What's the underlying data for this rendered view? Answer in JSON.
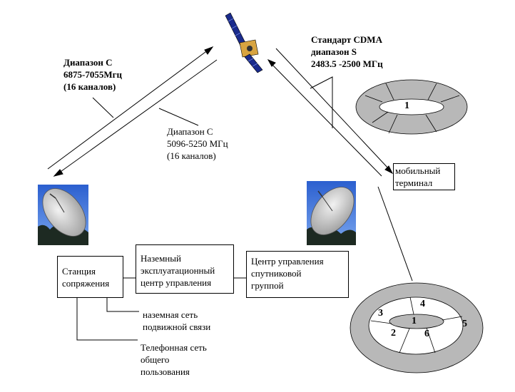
{
  "title": "",
  "labels": {
    "band_c_up": [
      "Диапазон С",
      "6875-7055Мгц",
      "(16 каналов)"
    ],
    "band_c_down": [
      "Диапазон С",
      "5096-5250 МГц",
      "(16 каналов)"
    ],
    "cdma": [
      "Стандарт CDMA",
      "диапазон S",
      "2483.5 -2500 МГц"
    ],
    "mobile_terminal": [
      "мобильный",
      "терминал"
    ],
    "ground_mobile_net": [
      "наземная сеть",
      "подвижной связи"
    ],
    "public_phone_net": [
      "Телефонная сеть",
      "общего",
      "пользования"
    ]
  },
  "boxes": {
    "gateway_station": [
      "Станция",
      "сопряжения"
    ],
    "ground_control": [
      "Наземный",
      "эксплуатационный",
      "центр управления"
    ],
    "constellation_control": [
      "Центр управления",
      "спутниковой",
      "группой"
    ]
  },
  "beam_top": {
    "cells": [
      "1"
    ]
  },
  "beam_bottom": {
    "cells": [
      "1",
      "2",
      "3",
      "4",
      "5",
      "6"
    ]
  },
  "colors": {
    "ring": "#b8b8b8",
    "dish": "#d8d8d8",
    "sky": "#3b6fd9",
    "satellite_panel": "#1a2b8c",
    "satellite_gold": "#d8a440"
  }
}
